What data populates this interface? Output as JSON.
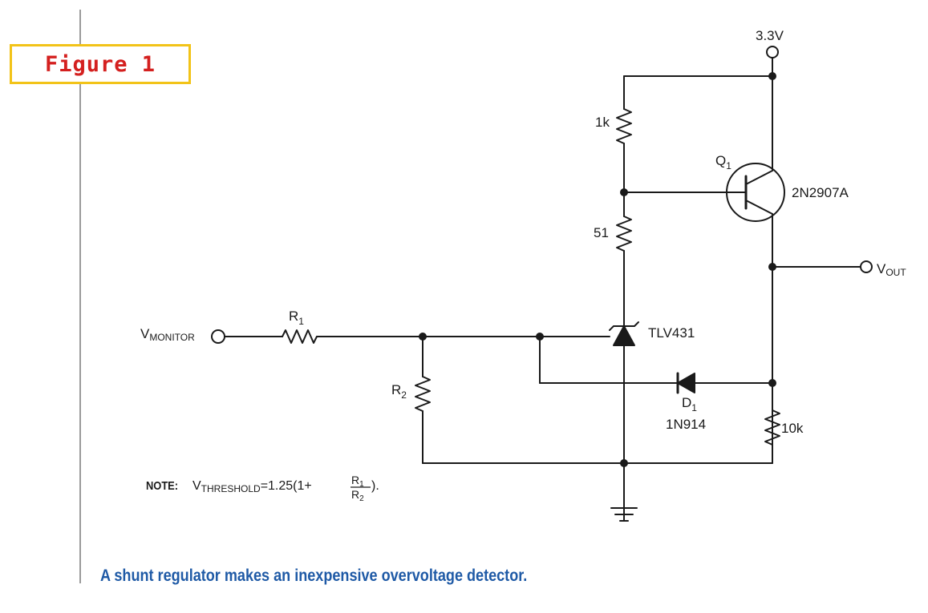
{
  "figure": {
    "label": "Figure 1"
  },
  "caption": "A shunt regulator makes an inexpensive overvoltage detector.",
  "labels": {
    "supply": "3.3V",
    "r_1k": "1k",
    "r_51": "51",
    "q1": "Q",
    "q1_sub": "1",
    "q1_part": "2N2907A",
    "vout": "V",
    "vout_sub": "OUT",
    "vmonitor": "V",
    "vmonitor_sub": "MONITOR",
    "r1": "R",
    "r1_sub": "1",
    "r2": "R",
    "r2_sub": "2",
    "tlv": "TLV431",
    "d1": "D",
    "d1_sub": "1",
    "d1_part": "1N914",
    "r_10k": "10k"
  },
  "note": {
    "prefix": "NOTE:",
    "v": "V",
    "v_sub": "THRESHOLD",
    "eq": "=1.25(1+",
    "num": "R",
    "num_sub": "1",
    "den": "R",
    "den_sub": "2",
    "close": ")."
  }
}
